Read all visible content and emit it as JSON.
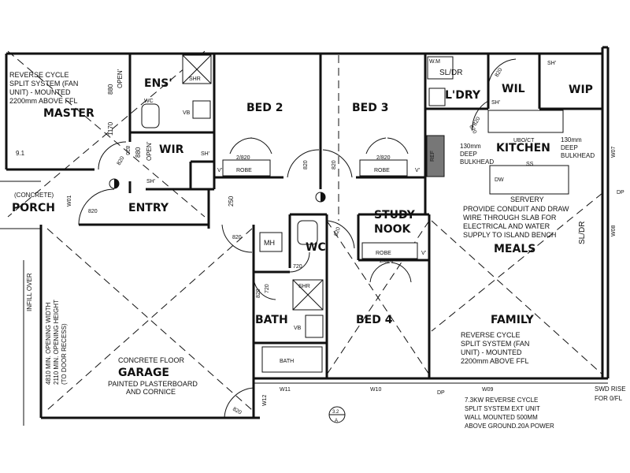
{
  "rooms": {
    "master": "MASTER",
    "ens": "ENS'",
    "wir": "WIR",
    "bed2": "BED 2",
    "bed3": "BED 3",
    "ldry": "L'DRY",
    "wil": "WIL",
    "wip": "WIP",
    "kitchen": "KITCHEN",
    "porch": "PORCH",
    "entry": "ENTRY",
    "study": "STUDY",
    "nook": "NOOK",
    "meals": "MEALS",
    "bath": "BATH",
    "wc": "WC",
    "bed4": "BED 4",
    "family": "FAMILY",
    "garage": "GARAGE"
  },
  "notes": {
    "master_ac": [
      "REVERSE CYCLE",
      "SPLIT SYSTEM (FAN",
      "UNIT) - MOUNTED",
      "2200mm ABOVE FFL"
    ],
    "family_ac": [
      "REVERSE CYCLE",
      "SPLIT SYSTEM (FAN",
      "UNIT) - MOUNTED",
      "2200mm ABOVE FFL"
    ],
    "kitchen_bulk_l": [
      "130mm",
      "DEEP",
      "BULKHEAD"
    ],
    "kitchen_bulk_r": [
      "130mm",
      "DEEP",
      "BULKHEAD"
    ],
    "servery": "SERVERY",
    "conduit": [
      "PROVIDE CONDUIT AND DRAW",
      "WIRE THROUGH SLAB FOR",
      "ELECTRICAL AND WATER",
      "SUPPLY TO ISLAND BENCH"
    ],
    "garage_floor": "CONCRETE FLOOR",
    "garage_finish": [
      "PAINTED PLASTERBOARD",
      "AND CORNICE"
    ],
    "garage_opening": [
      "4810 MIN. OPENING WIDTH",
      "2110 MIN. OPENING HEIGHT",
      "(TO DOOR RECESS)"
    ],
    "infill": "INFILL OVER",
    "porch_concrete": "(CONCRETE)",
    "ext_unit": [
      "7.3KW REVERSE CYCLE",
      "SPLIT SYSTEM EXT UNIT",
      "WALL MOUNTED 500MM",
      "ABOVE GROUND.20A POWER"
    ],
    "swd": [
      "SWD RISE",
      "FOR 0/FL"
    ],
    "dim_880a": "880",
    "dim_open_a": "OPEN'",
    "dim_1170": "1170",
    "dim_880b": "880",
    "dim_open_b": "OPEN'",
    "dim_250": "250",
    "dim_91": "9.1",
    "sec_num": "3.2",
    "sec_letter": "A"
  },
  "fixtures": {
    "shr1": "SHR",
    "wc1": "WC",
    "vb1": "VB",
    "sh1": "SH'",
    "sh2": "SH'",
    "robe1": "ROBE",
    "robe2": "ROBE",
    "robe3": "ROBE",
    "v1": "V'",
    "v2": "V'",
    "v3": "V'",
    "wm": "W.M",
    "sldr1": "SL/DR",
    "sh3": "SH'",
    "sh4": "SH'",
    "ref": "REF",
    "uboct": "UBO/CT",
    "ss": "SS",
    "dw": "DW",
    "mh": "MH",
    "shr2": "SHR",
    "vb2": "VB",
    "bath_tub": "BATH",
    "sldr2": "SL/DR",
    "dp1": "DP",
    "dp2": "DP"
  },
  "doors": {
    "d1": "820",
    "d2": "820",
    "d3": "2/820",
    "d4": "2/820",
    "d5": "820",
    "d6": "820",
    "d7": "820",
    "d8": "820",
    "d9": "820",
    "d10": "820",
    "d11": "720",
    "d12": "720",
    "d13": "820",
    "d14": "2/820",
    "d15": "820",
    "d16": "820",
    "d17": "820"
  },
  "windows": {
    "w01": "W01",
    "w07": "W07",
    "w08": "W08",
    "w09": "W09",
    "w10": "W10",
    "w11": "W11",
    "w12": "W12"
  }
}
